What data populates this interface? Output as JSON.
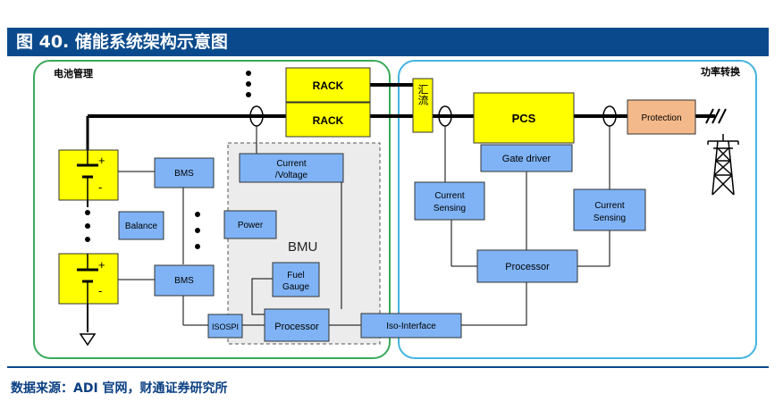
{
  "figure": {
    "title": "图 40. 储能系统架构示意图",
    "source": "数据来源：ADI 官网，财通证券研究所"
  },
  "diagram": {
    "regions": {
      "battery": "电池管理",
      "power": "功率转换",
      "bmu": "BMU"
    },
    "blocks": {
      "rack1": "RACK",
      "rack2": "RACK",
      "combiner": "汇流",
      "pcs": "PCS",
      "protection": "Protection",
      "bms1": "BMS",
      "bms2": "BMS",
      "balance": "Balance",
      "power_block": "Power",
      "current_voltage_1": "Current",
      "current_voltage_2": "/Voltage",
      "fuel_gauge_1": "Fuel",
      "fuel_gauge_2": "Gauge",
      "isospi": "ISOSPI",
      "processor_bmu": "Processor",
      "iso_interface": "Iso-Interface",
      "gate_driver": "Gate driver",
      "current_sensing_left_1": "Current",
      "current_sensing_left_2": "Sensing",
      "current_sensing_right_1": "Current",
      "current_sensing_right_2": "Sensing",
      "processor_pcs": "Processor",
      "battery_plus": "+",
      "battery_minus": "-"
    },
    "colors": {
      "title_bar": "#0a4a8c",
      "yellow": "#ffff00",
      "blue_block": "#7fb3f5",
      "protection": "#f4b98a",
      "battery_border": "#3aaa5a",
      "power_border": "#45b3e0"
    }
  }
}
